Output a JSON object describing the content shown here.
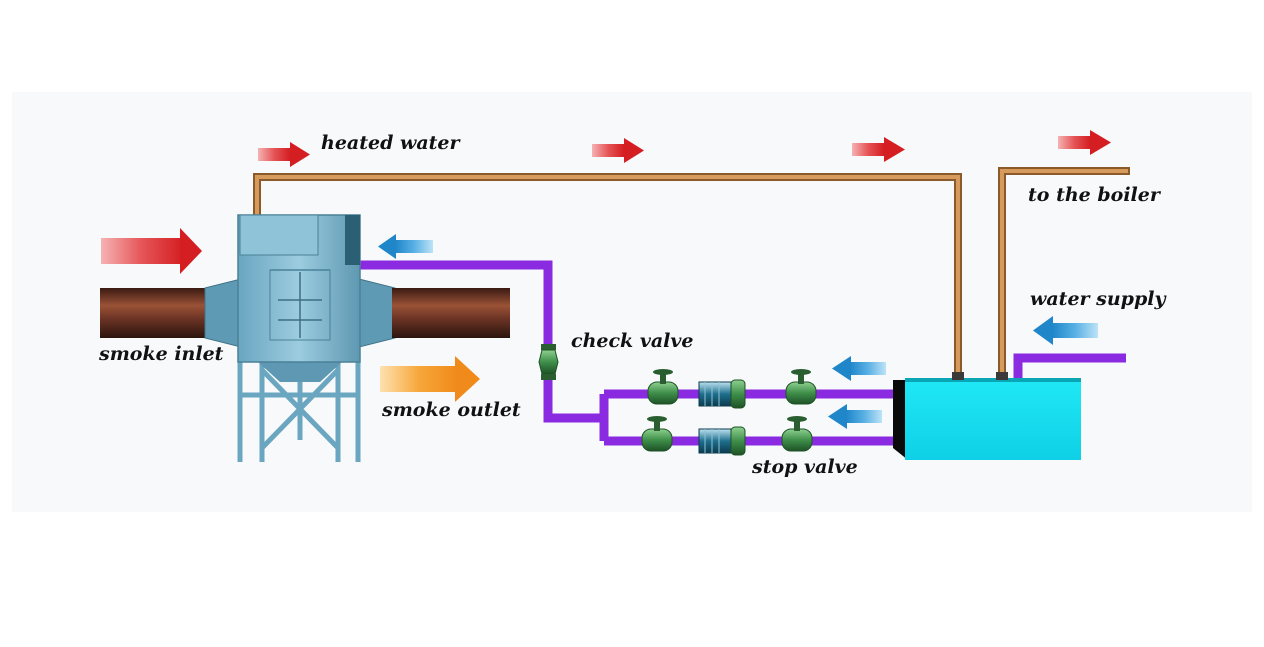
{
  "labels": {
    "heated_water": "heated water",
    "to_the_boiler": "to the boiler",
    "water_supply": "water supply",
    "check_valve": "check valve",
    "smoke_inlet": "smoke inlet",
    "smoke_outlet": "smoke outlet",
    "stop_valve": "stop valve"
  },
  "colors": {
    "hot_water_pipe": "#c8874a",
    "cold_water_pipe": "#8a2be2",
    "smoke_duct": "#6e3526",
    "heat_exchanger": "#7fb6cf",
    "water_tank": "#12dff0",
    "valve": "#3e8f4a",
    "pump": "#1f6f8e",
    "hot_arrow": "#d9262a",
    "cold_arrow": "#2a8fd0",
    "smoke_outlet_arrow": "#f08a1a"
  },
  "icons": {
    "heated_water_arrow": "red-flow-arrow-icon",
    "smoke_inlet_arrow": "red-flow-arrow-icon",
    "return_water_arrow": "blue-flow-arrow-icon",
    "smoke_outlet_arrow": "orange-flow-arrow-icon",
    "check_valve": "check-valve-icon",
    "stop_valve": "stop-valve-icon",
    "pump": "pump-icon"
  }
}
